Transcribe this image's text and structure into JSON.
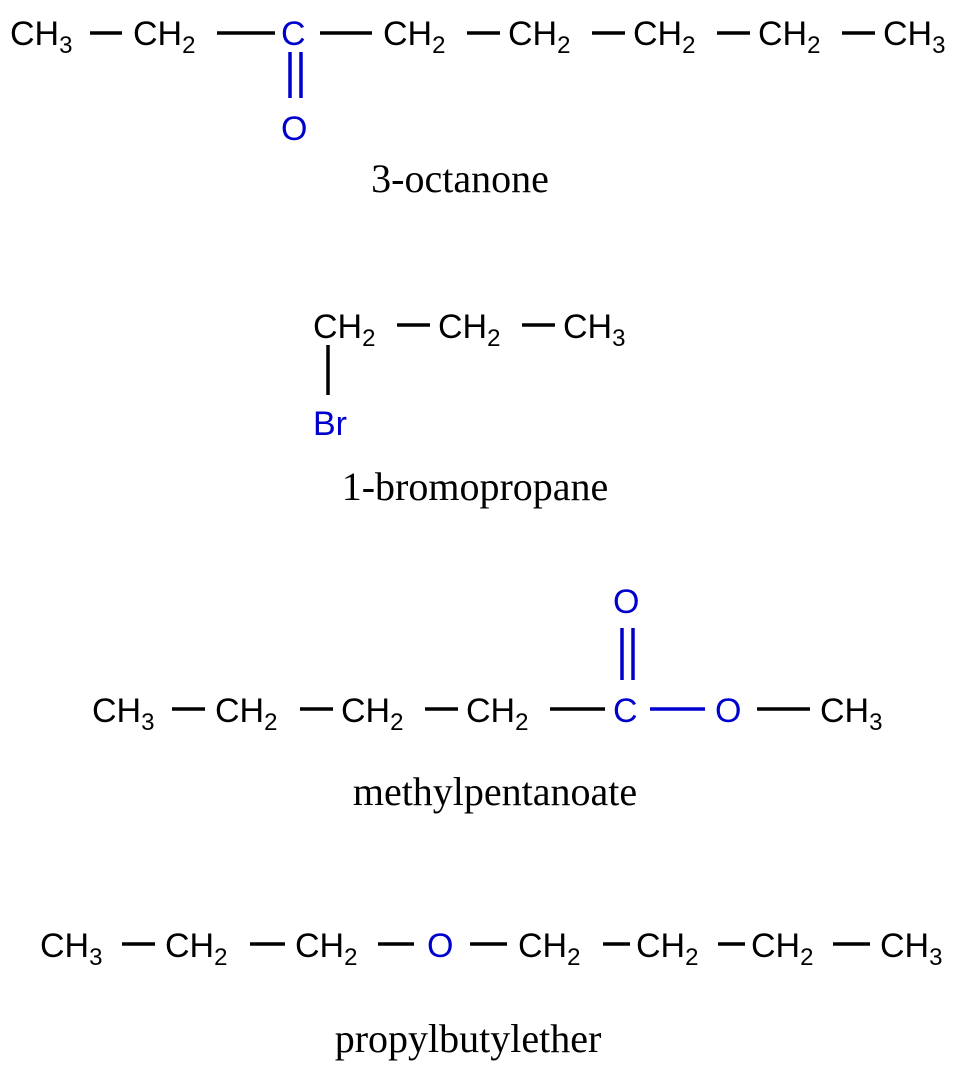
{
  "colors": {
    "carbon_chain": "#000000",
    "functional_group": "#0000cc"
  },
  "molecules": [
    {
      "name": "3-octanone",
      "atoms": [
        {
          "t": "CH",
          "s": "3"
        },
        {
          "t": "CH",
          "s": "2"
        },
        {
          "t": "C",
          "s": ""
        },
        {
          "t": "CH",
          "s": "2"
        },
        {
          "t": "CH",
          "s": "2"
        },
        {
          "t": "CH",
          "s": "2"
        },
        {
          "t": "CH",
          "s": "2"
        },
        {
          "t": "CH",
          "s": "3"
        },
        {
          "t": "O",
          "s": ""
        }
      ]
    },
    {
      "name": "1-bromopropane",
      "atoms": [
        {
          "t": "CH",
          "s": "2"
        },
        {
          "t": "CH",
          "s": "2"
        },
        {
          "t": "CH",
          "s": "3"
        },
        {
          "t": "Br",
          "s": ""
        }
      ]
    },
    {
      "name": "methylpentanoate",
      "atoms": [
        {
          "t": "CH",
          "s": "3"
        },
        {
          "t": "CH",
          "s": "2"
        },
        {
          "t": "CH",
          "s": "2"
        },
        {
          "t": "CH",
          "s": "2"
        },
        {
          "t": "C",
          "s": ""
        },
        {
          "t": "O",
          "s": ""
        },
        {
          "t": "CH",
          "s": "3"
        },
        {
          "t": "O",
          "s": ""
        }
      ]
    },
    {
      "name": "propylbutylether",
      "atoms": [
        {
          "t": "CH",
          "s": "3"
        },
        {
          "t": "CH",
          "s": "2"
        },
        {
          "t": "CH",
          "s": "2"
        },
        {
          "t": "O",
          "s": ""
        },
        {
          "t": "CH",
          "s": "2"
        },
        {
          "t": "CH",
          "s": "2"
        },
        {
          "t": "CH",
          "s": "2"
        },
        {
          "t": "CH",
          "s": "3"
        }
      ]
    }
  ]
}
